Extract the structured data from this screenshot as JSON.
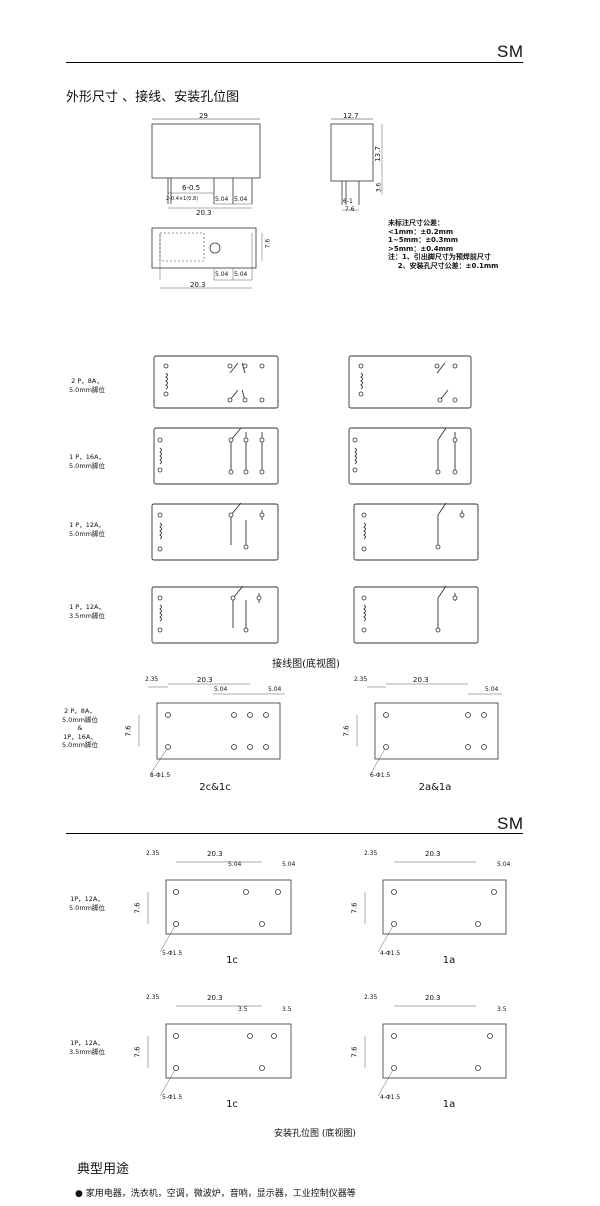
{
  "page1": {
    "brand": "SM",
    "section_title": "外形尺寸 、接线、安装孔位图",
    "drawing": {
      "width_29": "29",
      "pin_dims": "6-0.5",
      "pin_size": "2-0.4×1(0.8)",
      "dim_504a": "5.04",
      "dim_504b": "5.04",
      "dim_203a": "20.3",
      "dim_76": "7.6",
      "dim_504c": "5.04",
      "dim_504d": "5.04",
      "dim_203b": "20.3",
      "side_127": "12.7",
      "side_137": "13.7",
      "side_36": "3.6",
      "side_6": "6-1",
      "side_76": "7.6"
    },
    "notes": [
      "未标注尺寸公差：",
      "<1mm：±0.2mm",
      "1~5mm：±0.3mm",
      ">5mm：±0.4mm",
      "注：1、引出脚尺寸为预焊前尺寸",
      "    2、安装孔尺寸公差：±0.1mm"
    ],
    "wiring_rows": [
      {
        "label": "2 P，8A，\n5.0mm脚位"
      },
      {
        "label": "1 P，16A，\n5.0mm脚位"
      },
      {
        "label": "1 P，12A，\n5.0mm脚位"
      },
      {
        "label": "1 P，12A，\n3.5mm脚位"
      }
    ],
    "wiring_caption": "接线图(底视图)",
    "holes_label": "2 P，8A，\n5.0mm脚位\n&\n1P，16A，\n5.0mm脚位",
    "holes_left": {
      "d235": "2.35",
      "d203": "20.3",
      "d504a": "5.04",
      "d504b": "5.04",
      "d76": "7.6",
      "holes": "8-Φ1.5",
      "caption": "2c&1c"
    },
    "holes_right": {
      "d235": "2.35",
      "d203": "20.3",
      "d504": "5.04",
      "d76": "7.6",
      "holes": "6-Φ1.5",
      "caption": "2a&1a"
    }
  },
  "page2": {
    "brand": "SM",
    "row1": {
      "label": "1P，12A，\n5.0mm脚位",
      "left": {
        "d235": "2.35",
        "d203": "20.3",
        "d504a": "5.04",
        "d504b": "5.04",
        "d76": "7.6",
        "holes": "5-Φ1.5",
        "caption": "1c"
      },
      "right": {
        "d235": "2.35",
        "d203": "20.3",
        "d504": "5.04",
        "d76": "7.6",
        "holes": "4-Φ1.5",
        "caption": "1a"
      }
    },
    "row2": {
      "label": "1P，12A，\n3.5mm脚位",
      "left": {
        "d235": "2.35",
        "d203": "20.3",
        "d35a": "3.5",
        "d35b": "3.5",
        "d76": "7.6",
        "holes": "5-Φ1.5",
        "caption": "1c"
      },
      "right": {
        "d235": "2.35",
        "d203": "20.3",
        "d35": "3.5",
        "d76": "7.6",
        "holes": "4-Φ1.5",
        "caption": "1a"
      }
    },
    "caption": "安装孔位图  (底视图)",
    "usage_title": "典型用途",
    "usage_items": [
      "家用电器，洗衣机，空调，微波炉，音响，显示器，工业控制仪器等"
    ]
  }
}
